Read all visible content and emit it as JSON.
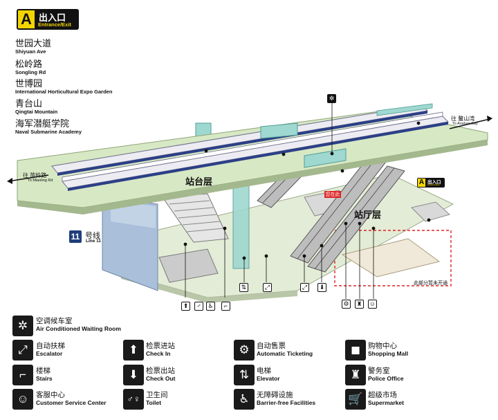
{
  "exit": {
    "letter": "A",
    "label_cn": "出入口",
    "label_en": "Entrance/Exit"
  },
  "destinations": [
    {
      "cn": "世园大道",
      "en": "Shiyuan Ave"
    },
    {
      "cn": "松岭路",
      "en": "Songling Rd"
    },
    {
      "cn": "世博园",
      "en": "International Horticultural Expo Garden"
    },
    {
      "cn": "青台山",
      "en": "Qingtai Mountain"
    },
    {
      "cn": "海军潜艇学院",
      "en": "Naval Submarine Academy"
    }
  ],
  "diagram": {
    "platform_level": "站台层",
    "concourse_level": "站厅层",
    "line": {
      "number": "11",
      "cn": "号线",
      "en": "Line 11"
    },
    "direction_left": {
      "cn": "往 苗岭路",
      "en": "To Miaoling Rd"
    },
    "direction_right": {
      "cn": "往 鳌山湾",
      "en": "To Aoshan Bay"
    },
    "you_are_here": "您在此",
    "exit_marker": {
      "letter": "A",
      "label_cn": "出入口",
      "label_en": "Entrance/Exit"
    },
    "closed_area_note": "此部分暂未开通"
  },
  "legend": [
    {
      "icon": "snowflake-icon",
      "glyph": "✲",
      "cn": "空调候车室",
      "en": "Air Conditioned Waiting Room"
    },
    {
      "icon": "escalator-icon",
      "glyph": "⤢",
      "cn": "自动扶梯",
      "en": "Escalator"
    },
    {
      "icon": "check-in-icon",
      "glyph": "⬆",
      "cn": "检票进站",
      "en": "Check In"
    },
    {
      "icon": "ticketing-icon",
      "glyph": "⚙",
      "cn": "自动售票",
      "en": "Automatic Ticketing"
    },
    {
      "icon": "shopping-bag-icon",
      "glyph": "◼",
      "cn": "购物中心",
      "en": "Shopping Mall"
    },
    {
      "icon": "stairs-icon",
      "glyph": "⌐",
      "cn": "楼梯",
      "en": "Stairs"
    },
    {
      "icon": "check-out-icon",
      "glyph": "⬇",
      "cn": "检票出站",
      "en": "Check Out"
    },
    {
      "icon": "elevator-icon",
      "glyph": "⇅",
      "cn": "电梯",
      "en": "Elevator"
    },
    {
      "icon": "police-icon",
      "glyph": "♜",
      "cn": "警务室",
      "en": "Police Office"
    },
    {
      "icon": "customer-service-icon",
      "glyph": "☺",
      "cn": "客服中心",
      "en": "Customer Service Center"
    },
    {
      "icon": "toilet-icon",
      "glyph": "♂♀",
      "cn": "卫生间",
      "en": "Toilet"
    },
    {
      "icon": "wheelchair-icon",
      "glyph": "♿",
      "cn": "无障碍设施",
      "en": "Barrier-free Facilities"
    },
    {
      "icon": "cart-icon",
      "glyph": "🛒",
      "cn": "超级市场",
      "en": "Supermarket"
    }
  ]
}
